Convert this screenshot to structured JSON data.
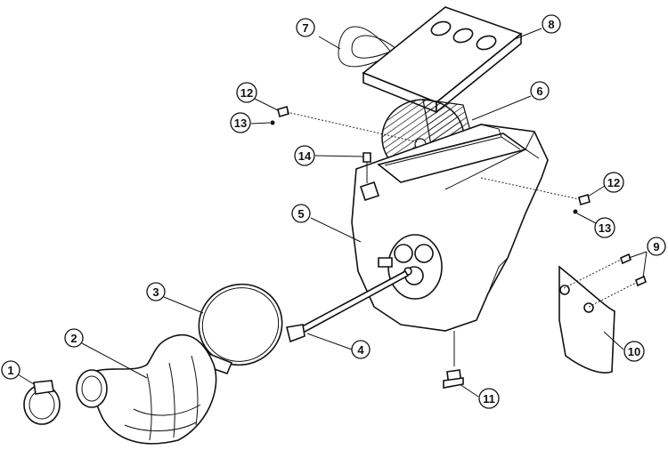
{
  "callouts": [
    {
      "id": "1",
      "label": "1"
    },
    {
      "id": "2",
      "label": "2"
    },
    {
      "id": "3",
      "label": "3"
    },
    {
      "id": "4",
      "label": "4"
    },
    {
      "id": "5",
      "label": "5"
    },
    {
      "id": "6",
      "label": "6"
    },
    {
      "id": "7",
      "label": "7"
    },
    {
      "id": "8",
      "label": "8"
    },
    {
      "id": "9",
      "label": "9"
    },
    {
      "id": "10",
      "label": "10"
    },
    {
      "id": "11",
      "label": "11"
    },
    {
      "id": "12a",
      "label": "12"
    },
    {
      "id": "12b",
      "label": "12"
    },
    {
      "id": "13a",
      "label": "13"
    },
    {
      "id": "13b",
      "label": "13"
    },
    {
      "id": "14",
      "label": "14"
    }
  ],
  "colors": {
    "line": "#111111",
    "background": "#ffffff"
  }
}
